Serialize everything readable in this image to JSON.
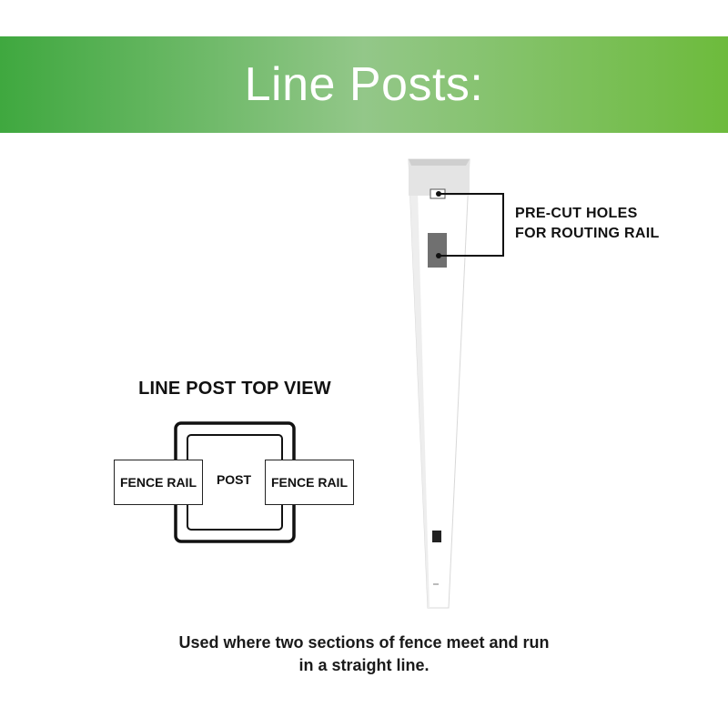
{
  "banner": {
    "title": "Line Posts:",
    "gradient_start": "#3fa83f",
    "gradient_mid": "#93c789",
    "gradient_end": "#6dbb3c"
  },
  "callout": {
    "line1": "PRE-CUT HOLES",
    "line2": "FOR ROUTING RAIL"
  },
  "top_view": {
    "title": "LINE POST TOP VIEW",
    "left_rail": "FENCE RAIL",
    "post": "POST",
    "right_rail": "FENCE RAIL"
  },
  "caption": {
    "line1": "Used where two sections of fence meet and run",
    "line2": "in a straight line."
  },
  "colors": {
    "post_white": "#ffffff",
    "post_shadow": "#e6e6e6",
    "hole_dark": "#666666",
    "outline": "#111111"
  }
}
